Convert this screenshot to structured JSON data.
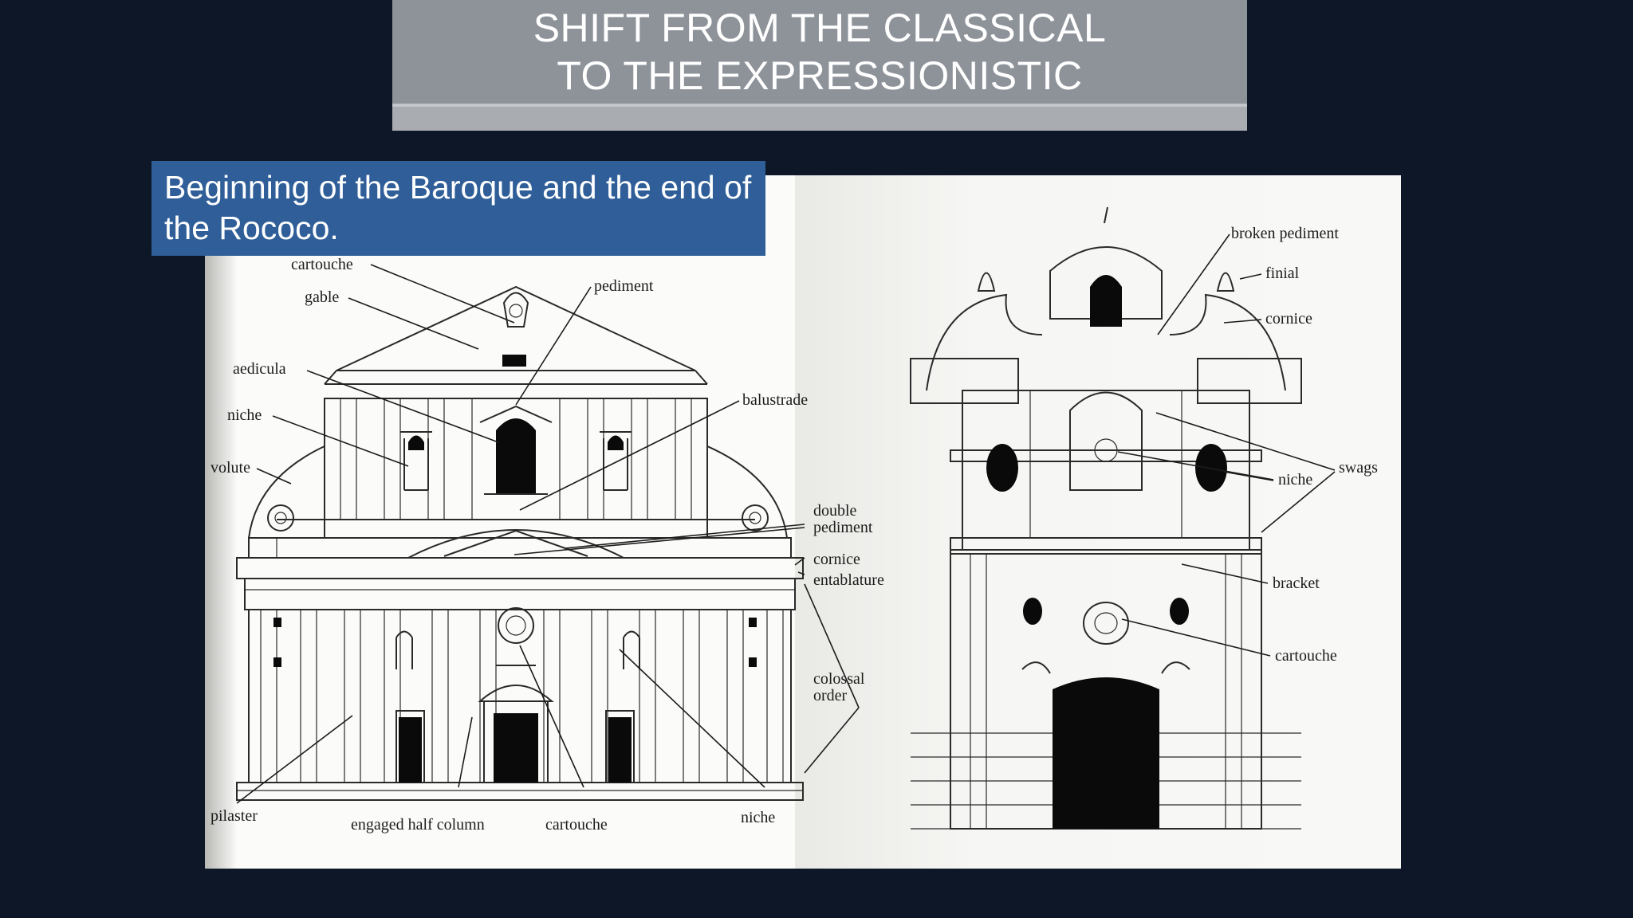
{
  "slide": {
    "title_line1": "SHIFT FROM THE CLASSICAL",
    "title_line2": "TO THE EXPRESSIONISTIC",
    "subtitle": "Beginning of the Baroque and the end of the Rococo."
  },
  "figure": {
    "left_labels": {
      "cartouche_top": "cartouche",
      "gable": "gable",
      "pediment": "pediment",
      "aedicula": "aedicula",
      "niche": "niche",
      "volute": "volute",
      "balustrade": "balustrade",
      "double": "double",
      "pediment2": "pediment",
      "cornice": "cornice",
      "entablature": "entablature",
      "colossal": "colossal",
      "order": "order",
      "pilaster": "pilaster",
      "engaged_half_column": "engaged half column",
      "cartouche_bottom": "cartouche",
      "niche_bottom": "niche"
    },
    "right_labels": {
      "broken_pediment": "broken pediment",
      "finial": "finial",
      "cornice": "cornice",
      "swags": "swags",
      "niche": "niche",
      "bracket": "bracket",
      "cartouche": "cartouche"
    }
  },
  "colors": {
    "background": "#0d1728",
    "title_bar": "#8e939a",
    "subtitle_box": "#2f5e98"
  }
}
